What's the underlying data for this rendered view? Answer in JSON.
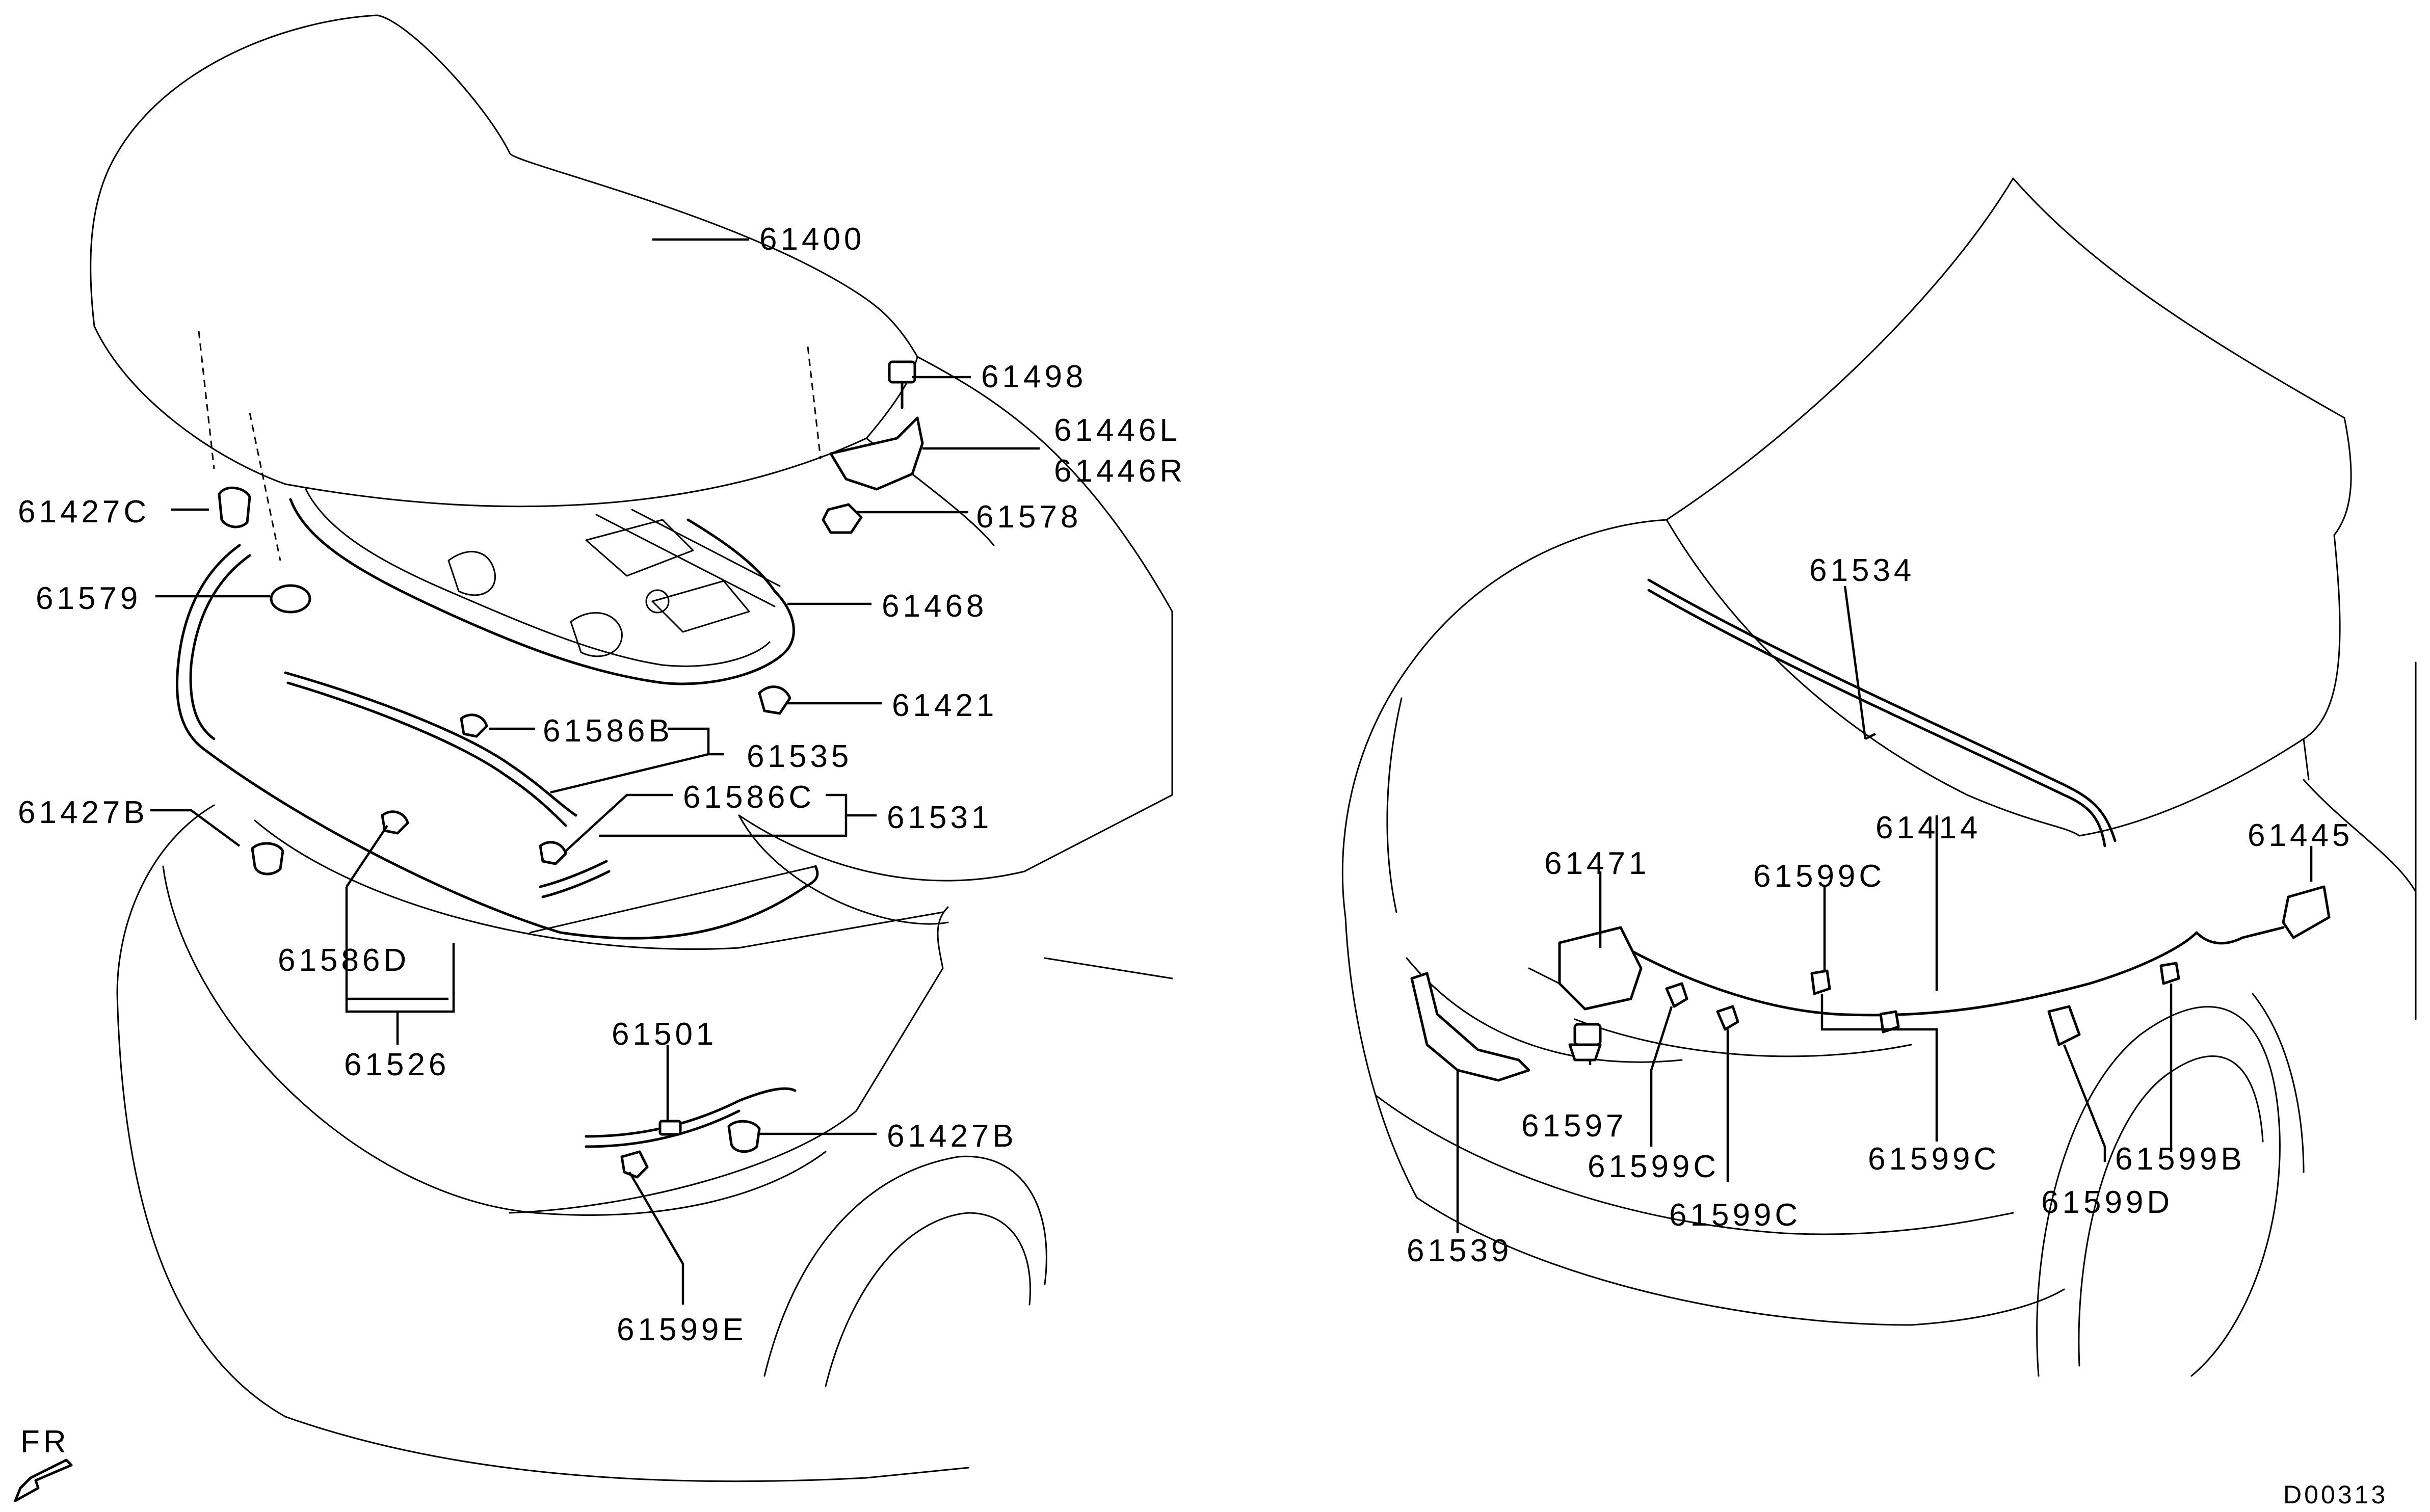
{
  "diagram": {
    "drawing_code": "D00313",
    "direction_marker": "FR",
    "labels": {
      "p61400": "61400",
      "p61498": "61498",
      "p61446L": "61446L",
      "p61446R": "61446R",
      "p61578": "61578",
      "p61427C": "61427C",
      "p61579": "61579",
      "p61468": "61468",
      "p61421": "61421",
      "p61586B": "61586B",
      "p61535": "61535",
      "p61586C": "61586C",
      "p61531": "61531",
      "p61427B_top": "61427B",
      "p61586D": "61586D",
      "p61526": "61526",
      "p61501": "61501",
      "p61427B_bottom": "61427B",
      "p61599E": "61599E",
      "p61534": "61534",
      "p61414": "61414",
      "p61471": "61471",
      "p61599C_top": "61599C",
      "p61445": "61445",
      "p61597": "61597",
      "p61599C_a": "61599C",
      "p61599C_b": "61599C",
      "p61599C_c": "61599C",
      "p61599B": "61599B",
      "p61599D": "61599D",
      "p61539": "61539"
    }
  }
}
